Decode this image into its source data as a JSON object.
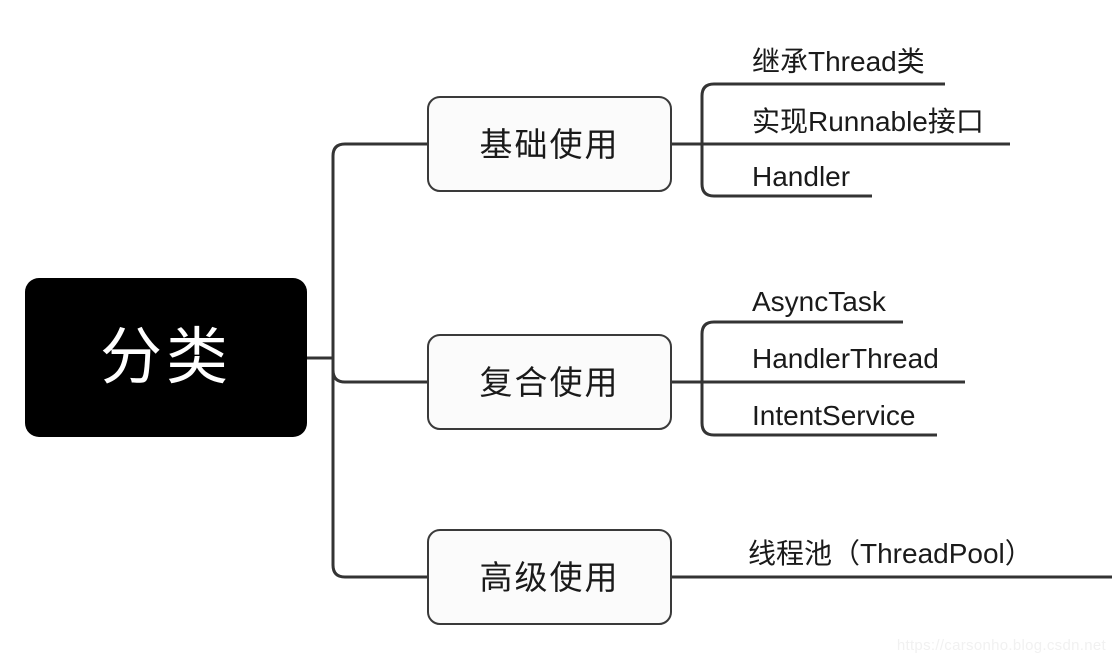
{
  "diagram": {
    "type": "mindmap",
    "title": "分类",
    "root": {
      "label": "分类",
      "fill": "#000000",
      "text_color": "#ffffff"
    },
    "branches": [
      {
        "label": "基础使用",
        "leaves": [
          {
            "label": "继承Thread类"
          },
          {
            "label": "实现Runnable接口"
          },
          {
            "label": "Handler"
          }
        ]
      },
      {
        "label": "复合使用",
        "leaves": [
          {
            "label": "AsyncTask"
          },
          {
            "label": "HandlerThread"
          },
          {
            "label": "IntentService"
          }
        ]
      },
      {
        "label": "高级使用",
        "leaves": [
          {
            "label": "线程池（ThreadPool）"
          }
        ]
      }
    ],
    "colors": {
      "line": "#343434",
      "node_border": "#3a3a3a",
      "node_fill": "#fbfbfb",
      "background": "#ffffff",
      "text": "#1a1a1a",
      "watermark": "#f1f1f1"
    }
  },
  "watermark": {
    "text": "https://carsonho.blog.csdn.net"
  }
}
